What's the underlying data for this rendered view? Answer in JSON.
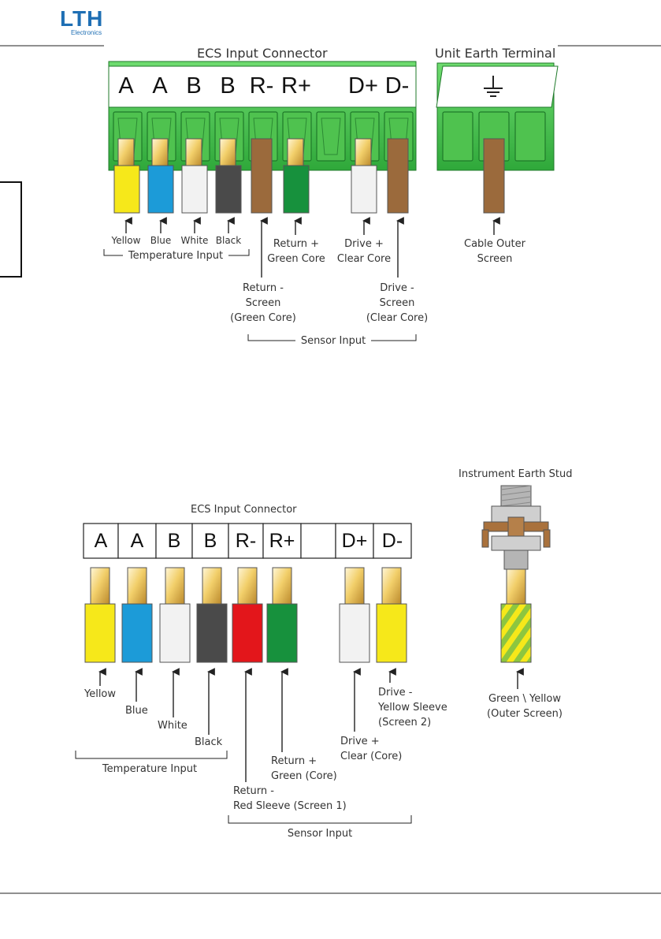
{
  "logo": {
    "main": "LTH",
    "sub": "Electronics"
  },
  "top": {
    "title": "ECS Input Connector",
    "earth_title": "Unit Earth Terminal",
    "terminals": [
      "A",
      "A",
      "B",
      "B",
      "R-",
      "R+",
      "D+",
      "D-"
    ],
    "wires": [
      {
        "label": "Yellow",
        "color": "#f6e81a"
      },
      {
        "label": "Blue",
        "color": "#1c9bd8"
      },
      {
        "label": "White",
        "color": "#f2f2f2"
      },
      {
        "label": "Black",
        "color": "#4a4a4a"
      },
      {
        "label": "Return -\nScreen\n(Green Core)",
        "color": "#9b6a3c"
      },
      {
        "label": "Return +\nGreen Core",
        "color": "#17913d"
      },
      {
        "label": "Drive +\nClear Core",
        "color": "#f2f2f2"
      },
      {
        "label": "Drive -\nScreen\n(Clear Core)",
        "color": "#9b6a3c"
      },
      {
        "label": "Cable Outer\nScreen",
        "color": "#9b6a3c"
      }
    ],
    "group_temperature": "Temperature Input",
    "group_sensor": "Sensor Input"
  },
  "bottom": {
    "title": "ECS Input Connector",
    "earth_title": "Instrument Earth Stud",
    "terminals": [
      "A",
      "A",
      "B",
      "B",
      "R-",
      "R+",
      "",
      "D+",
      "D-"
    ],
    "wires": [
      {
        "label": "Yellow",
        "color": "#f6e81a"
      },
      {
        "label": "Blue",
        "color": "#1c9bd8"
      },
      {
        "label": "White",
        "color": "#f2f2f2"
      },
      {
        "label": "Black",
        "color": "#4a4a4a"
      },
      {
        "label": "Return -\nRed Sleeve (Screen 1)",
        "color": "#e3161b"
      },
      {
        "label": "Return +\nGreen (Core)",
        "color": "#17913d"
      },
      {
        "label": "Drive +\nClear (Core)",
        "color": "#f2f2f2"
      },
      {
        "label": "Drive -\nYellow Sleeve\n(Screen 2)",
        "color": "#f6e81a"
      },
      {
        "label": "Green \\ Yellow\n(Outer Screen)",
        "color": "#8dc63f"
      }
    ],
    "group_temperature": "Temperature Input",
    "group_sensor": "Sensor Input"
  }
}
